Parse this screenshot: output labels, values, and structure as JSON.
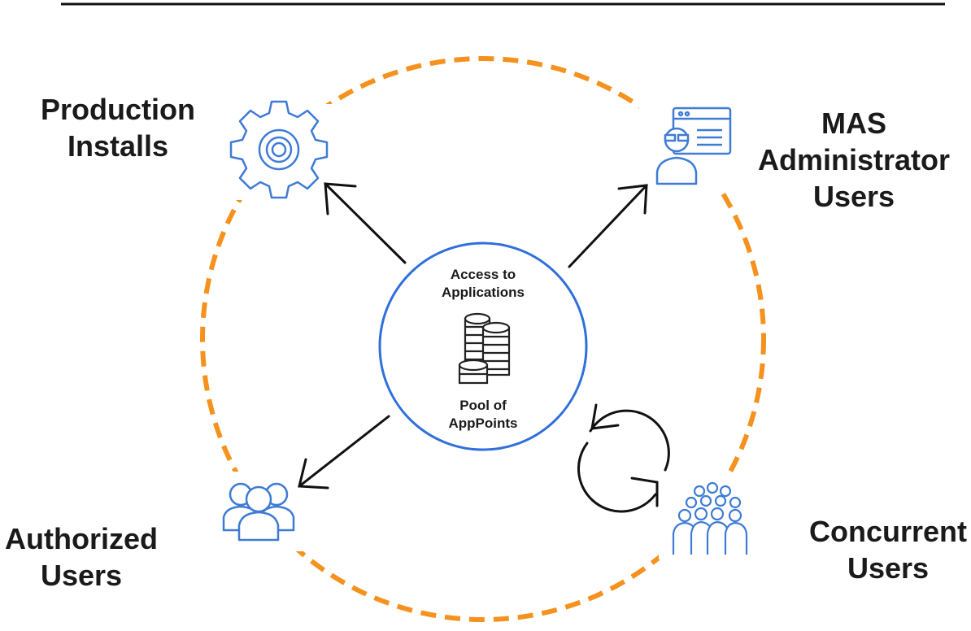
{
  "labels": {
    "production_installs": [
      "Production",
      "Installs"
    ],
    "mas_administrator_users": [
      "MAS",
      "Administrator",
      "Users"
    ],
    "authorized_users": [
      "Authorized",
      "Users"
    ],
    "concurrent_users": [
      "Concurrent",
      "Users"
    ]
  },
  "center": {
    "top_text": [
      "Access to",
      "Applications"
    ],
    "bottom_text": [
      "Pool of",
      "AppPoints"
    ]
  },
  "icons": {
    "production_installs": "gear-icon",
    "mas_administrator_users": "admin-user-icon",
    "authorized_users": "user-group-icon",
    "concurrent_users": "crowd-icon",
    "center": "coin-stacks-icon",
    "cycle": "refresh-cycle-icon"
  },
  "colors": {
    "dashed_ring": "#F5921E",
    "center_circle": "#2F6FDB",
    "icon_blue": "#3E7BD6",
    "arrows": "#111111",
    "text": "#1a1a1a"
  }
}
